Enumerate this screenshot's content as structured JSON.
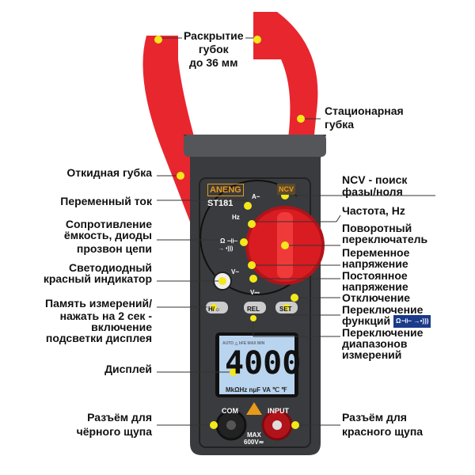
{
  "device": {
    "brand": "ANENG",
    "model": "ST181",
    "ncv": "NCV",
    "dial_marks": [
      "A~",
      "Hz",
      "Ω ⊣⊢",
      "→ •)))",
      "V~",
      "V⎓"
    ],
    "buttons": {
      "hold": "H/☼",
      "rel": "REL",
      "set": "SET"
    },
    "display": {
      "value": "4000",
      "top_indicators": "AUTO △ hFE MAX MIN",
      "units": "MkΩHz nμF VA ℃ ℉"
    },
    "ports": {
      "com": "COM",
      "input": "INPUT",
      "rating_line1": "MAX",
      "rating_line2": "600V≂"
    }
  },
  "labels": {
    "jaw_opening": [
      "Раскрытие",
      "губок",
      "до 36 мм"
    ],
    "fixed_jaw": [
      "Стационарная",
      "губка"
    ],
    "movable_jaw": "Откидная губка",
    "ac_current": "Переменный ток",
    "resistance": [
      "Сопротивление",
      "ёмкость, диоды",
      "прозвон цепи"
    ],
    "led": [
      "Светодиодный",
      "красный индикатор"
    ],
    "hold": [
      "Память измерений/",
      "нажать на 2 сек -",
      "включение",
      "подсветки дисплея"
    ],
    "display": "Дисплей",
    "black_port": [
      "Разъём для",
      "чёрного щупа"
    ],
    "ncv": [
      "NCV - поиск",
      "фазы/ноля"
    ],
    "frequency": "Частота, Hz",
    "rotary": [
      "Поворотный",
      "переключатель"
    ],
    "ac_voltage": [
      "Переменное",
      "напряжение"
    ],
    "dc_voltage": [
      "Постоянное",
      "напряжение"
    ],
    "off": "Отключение",
    "function_switch": [
      "Переключение",
      "функций"
    ],
    "function_icon": "Ω⊣⊢ →•)))",
    "range_switch": [
      "Переключение",
      "диапазонов",
      "измерений"
    ],
    "red_port": [
      "Разъём для",
      "красного щупа"
    ]
  },
  "colors": {
    "accent": "#e8262e",
    "dot": "#f5e81a",
    "body": "#3a3b3e",
    "lcd": "#b9d4ee"
  }
}
